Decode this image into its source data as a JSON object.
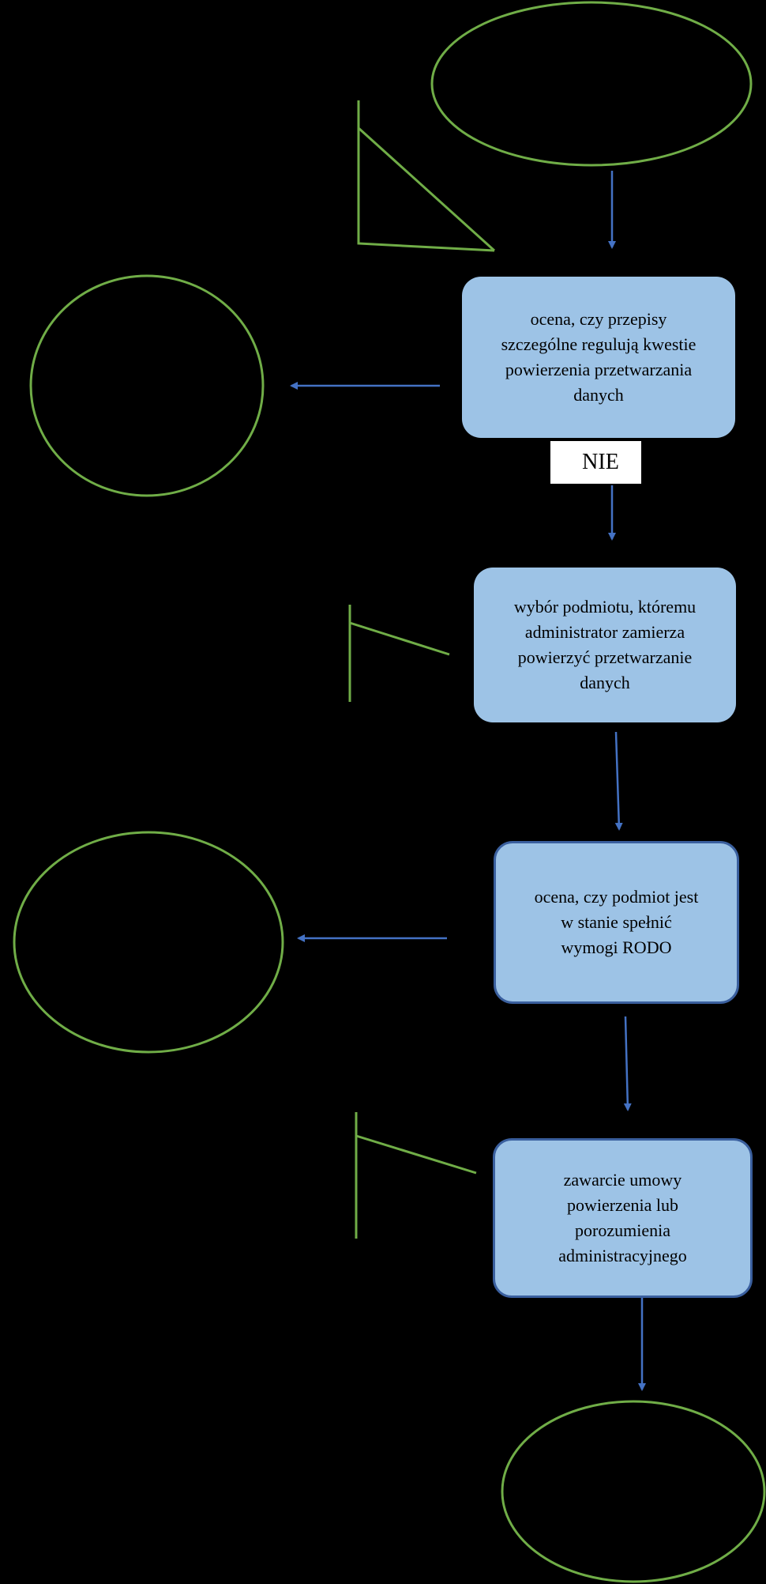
{
  "colors": {
    "background": "#000000",
    "box_fill": "#9dc3e6",
    "box_border": "#3a5f9e",
    "arrow": "#4472c4",
    "outline": "#70ad47",
    "label_fill": "#ffffff"
  },
  "boxes": {
    "b1": "ocena, czy przepisy\nszczególne regulują kwestie\npowierzenia przetwarzania\ndanych",
    "b2": "wybór podmiotu, któremu\nadministrator zamierza\npowierzyć przetwarzanie\ndanych",
    "b3": "ocena,  czy podmiot jest\nw stanie spełnić\nwymogi RODO",
    "b4": "zawarcie umowy\npowierzenia lub\nporozumienia\nadministracyjnego"
  },
  "labels": {
    "nie": "NIE"
  }
}
